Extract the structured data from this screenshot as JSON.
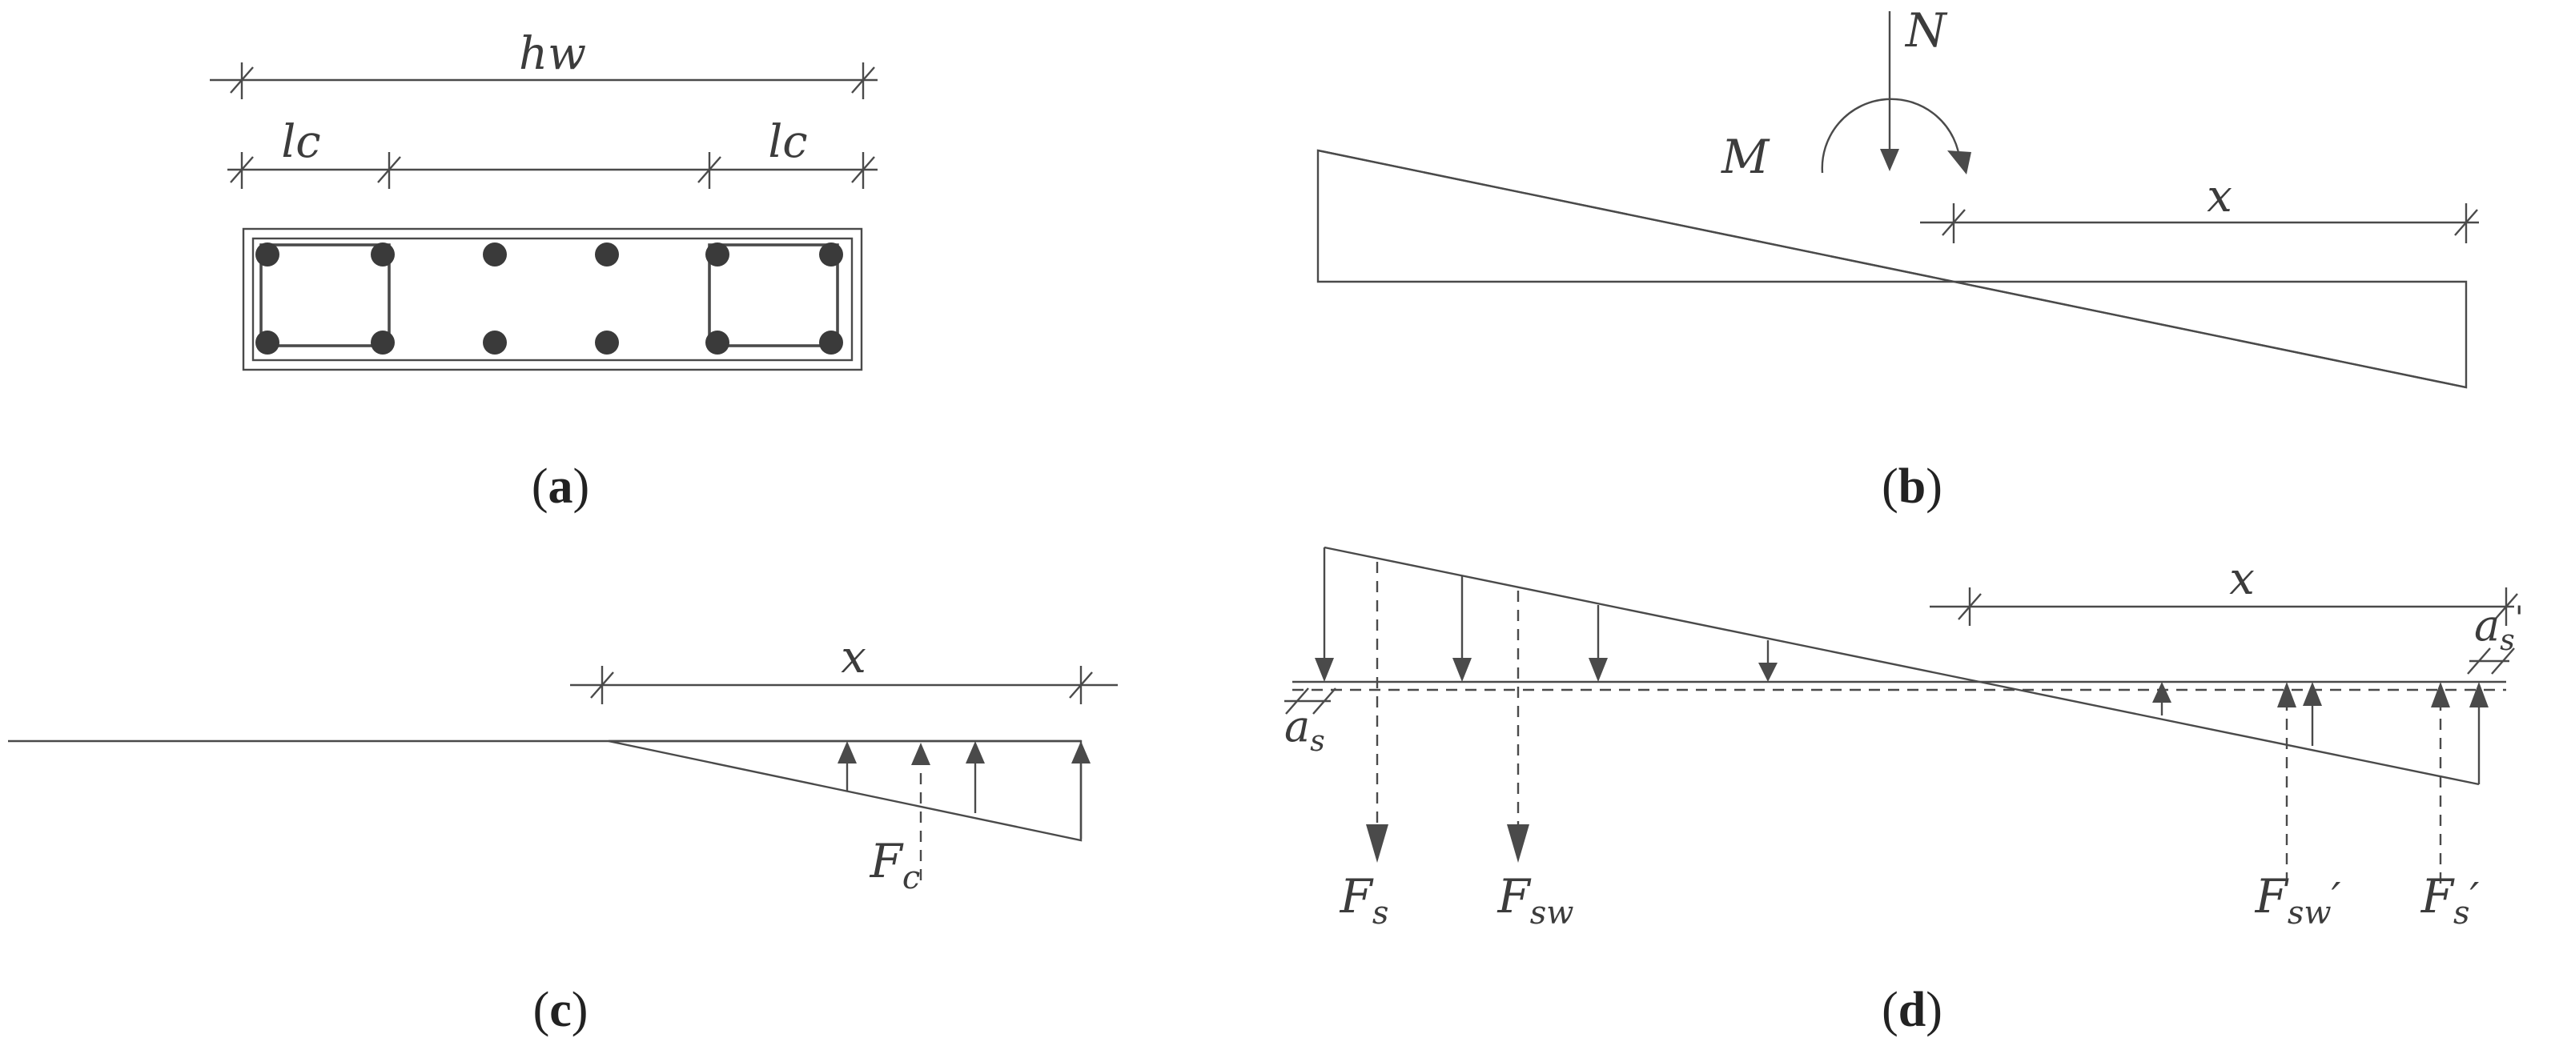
{
  "panels": {
    "a": {
      "caption_open": "(",
      "caption_letter": "a",
      "caption_close": ")",
      "dim_total": "hw",
      "dim_left": "lc",
      "dim_right": "lc"
    },
    "b": {
      "caption_open": "(",
      "caption_letter": "b",
      "caption_close": ")",
      "axial_force": "N",
      "moment": "M",
      "depth": "x"
    },
    "c": {
      "caption_open": "(",
      "caption_letter": "c",
      "caption_close": ")",
      "depth": "x",
      "force_main": "F",
      "force_sub": "c"
    },
    "d": {
      "caption_open": "(",
      "caption_letter": "d",
      "caption_close": ")",
      "depth": "x",
      "cover_left_main": "a",
      "cover_left_sub": "s",
      "cover_right_main": "a",
      "cover_right_sub": "s",
      "cover_right_prime": "'",
      "force_s_main": "F",
      "force_s_sub": "s",
      "force_sw_main": "F",
      "force_sw_sub": "sw",
      "force_swp_main": "F",
      "force_swp_sub": "sw",
      "force_swp_prime": "′",
      "force_sp_main": "F",
      "force_sp_sub": "s",
      "force_sp_prime": "′"
    }
  }
}
